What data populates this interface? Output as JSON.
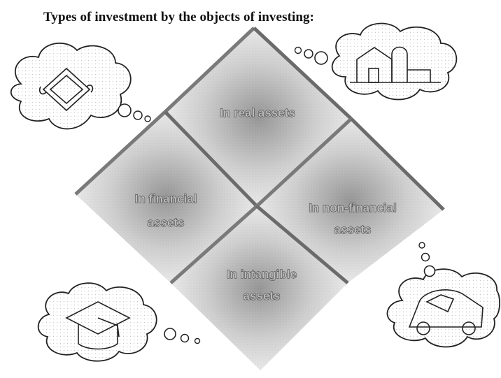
{
  "title": "Types of investment by the objects of investing:",
  "quadrants": {
    "real": {
      "line1": "In real assets"
    },
    "financial": {
      "line1": "In financial",
      "line2": "assets"
    },
    "non_financial": {
      "line1": "In non-financial",
      "line2": "assets"
    },
    "intangible": {
      "line1": "In intangible",
      "line2": "assets"
    }
  },
  "icons": {
    "top_left": "document-scroll-icon",
    "top_right": "farm-barn-icon",
    "bottom_left": "graduation-cap-icon",
    "bottom_right": "car-icon"
  }
}
